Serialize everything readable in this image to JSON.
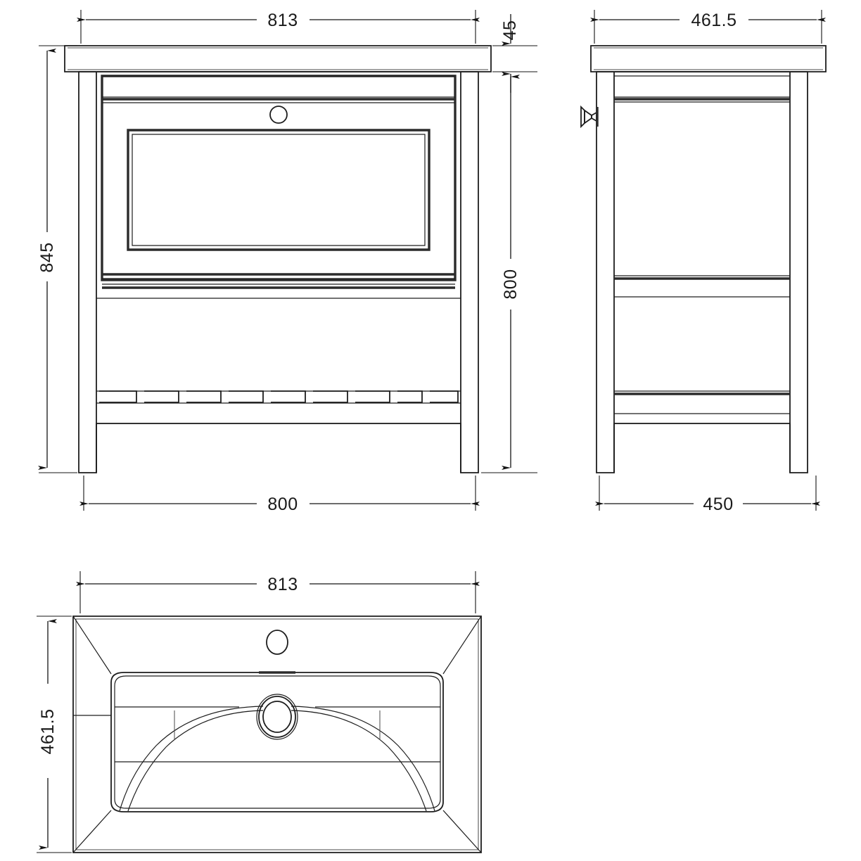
{
  "drawing": {
    "title": "Bathroom Vanity Unit Technical Drawing",
    "units": "mm",
    "line_color": "#1d1d1d",
    "text_color": "#1a1a1a",
    "background": "#ffffff"
  },
  "views": {
    "front": {
      "name": "front-elevation",
      "dimensions": {
        "top_width": {
          "label": "813",
          "value": 813
        },
        "top_thickness": {
          "label": "45",
          "value": 45
        },
        "overall_height": {
          "label": "845",
          "value": 845
        },
        "cabinet_height": {
          "label": "800",
          "value": 800
        },
        "cabinet_width": {
          "label": "800",
          "value": 800
        }
      },
      "features": {
        "knob": "drawer-knob-circle",
        "slats": 11
      }
    },
    "side": {
      "name": "side-elevation",
      "dimensions": {
        "top_depth": {
          "label": "461.5",
          "value": 461.5
        },
        "cabinet_depth": {
          "label": "450",
          "value": 450
        }
      },
      "features": {
        "knob": "side-knob-profile"
      }
    },
    "plan": {
      "name": "plan-view-basin",
      "dimensions": {
        "basin_width": {
          "label": "813",
          "value": 813
        },
        "basin_depth": {
          "label": "461.5",
          "value": 461.5
        }
      },
      "features": {
        "tap_hole": "tap-hole-circle",
        "waste": "waste-drain-circle"
      }
    }
  }
}
